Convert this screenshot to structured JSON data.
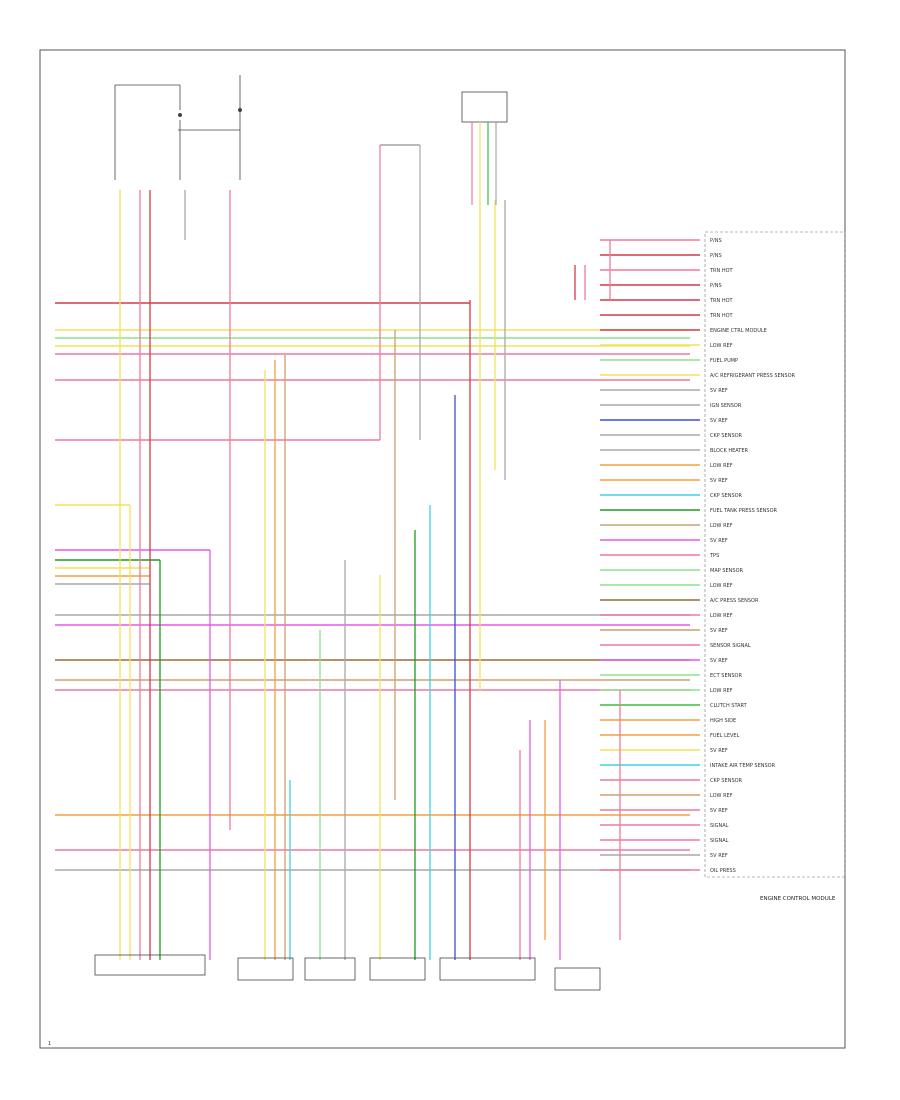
{
  "colors": {
    "pink": "#f07a9a",
    "red": "#d23a4a",
    "yellow": "#f2e25a",
    "green": "#3bbf3b",
    "ltgreen": "#8fe08f",
    "dkgreen": "#1e9a1e",
    "blue": "#3a4fd8",
    "ltblue": "#3fd0e6",
    "orange": "#f0a040",
    "tan": "#c8a070",
    "magenta": "#e65ae6",
    "gray": "#a8a8a8",
    "black": "#333333",
    "brown": "#9a6a3a",
    "violet": "#9a4ad8",
    "white": "#e8e8e8"
  },
  "ecm_pins": [
    {
      "label": "P/NS"
    },
    {
      "label": "P/NS"
    },
    {
      "label": "TRN HOT"
    },
    {
      "label": "P/NS"
    },
    {
      "label": "TRN HOT"
    },
    {
      "label": "TRN HOT"
    },
    {
      "label": "ENGINE CTRL MODULE"
    },
    {
      "label": "LOW REF"
    },
    {
      "label": "FUEL PUMP"
    },
    {
      "label": "A/C REFRIGERANT PRESS SENSOR"
    },
    {
      "label": "5V REF"
    },
    {
      "label": "IGN SENSOR"
    },
    {
      "label": "5V REF"
    },
    {
      "label": "CKP SENSOR"
    },
    {
      "label": "BLOCK HEATER"
    },
    {
      "label": "LOW REF"
    },
    {
      "label": "5V REF"
    },
    {
      "label": "CKP SENSOR"
    },
    {
      "label": "FUEL TANK PRESS SENSOR"
    },
    {
      "label": "LOW REF"
    },
    {
      "label": "5V REF"
    },
    {
      "label": "TPS"
    },
    {
      "label": "MAP SENSOR"
    },
    {
      "label": "LOW REF"
    },
    {
      "label": "A/C PRESS SENSOR"
    },
    {
      "label": "LOW REF"
    },
    {
      "label": "5V REF"
    },
    {
      "label": "SENSOR SIGNAL"
    },
    {
      "label": "5V REF"
    },
    {
      "label": "ECT SENSOR"
    },
    {
      "label": "LOW REF"
    },
    {
      "label": "CLUTCH START"
    },
    {
      "label": "HIGH SIDE"
    },
    {
      "label": "FUEL LEVEL"
    },
    {
      "label": "5V REF"
    },
    {
      "label": "INTAKE AIR TEMP SENSOR"
    },
    {
      "label": "CKP SENSOR"
    },
    {
      "label": "LOW REF"
    },
    {
      "label": "5V REF"
    },
    {
      "label": "SIGNAL"
    },
    {
      "label": "SIGNAL"
    },
    {
      "label": "5V REF"
    },
    {
      "label": "OIL PRESS"
    }
  ],
  "labels": {
    "ecm_title": "ENGINE CONTROL MODULE",
    "page_num": "1"
  }
}
